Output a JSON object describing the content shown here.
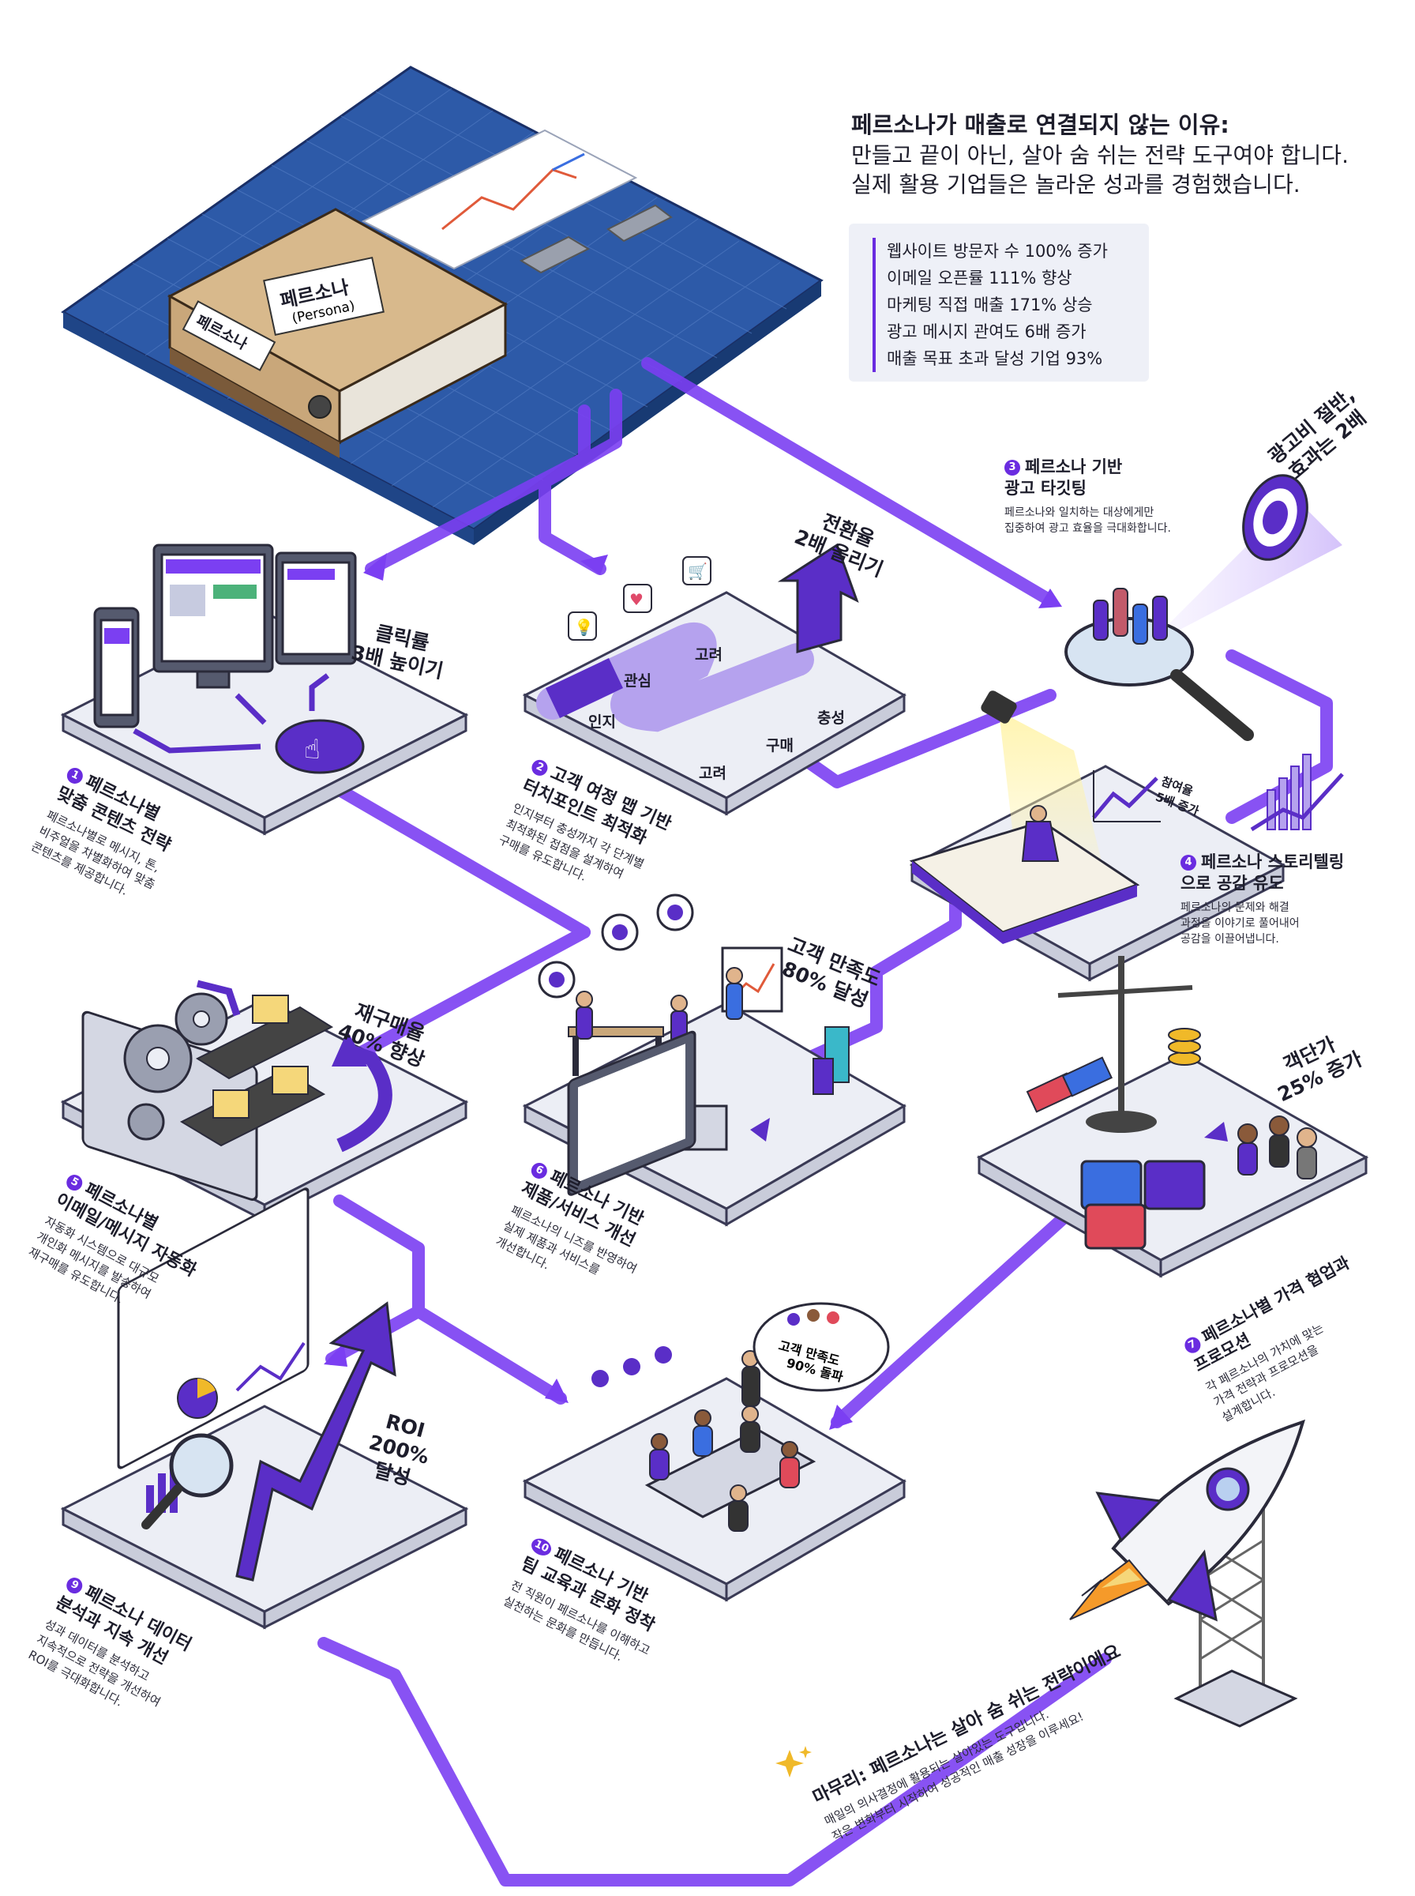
{
  "intro": {
    "title": "페르소나가 매출로 연결되지 않는 이유:",
    "line1": "만들고 끝이 아닌, 살아 숨 쉬는 전략 도구여야 합니다.",
    "line2": "실제 활용 기업들은 놀라운 성과를 경험했습니다."
  },
  "stats": [
    "웹사이트 방문자 수 100% 증가",
    "이메일 오픈률 111% 향상",
    "마케팅 직접 매출 171% 상승",
    "광고 메시지 관여도 6배 증가",
    "매출 목표 초과 달성 기업 93%"
  ],
  "binder": {
    "label_main": "페르소나",
    "label_sub": "(Persona)",
    "spine_label": "페르소나"
  },
  "steps": [
    {
      "num": "1",
      "title_l1": "페르소나별",
      "title_l2": "맞춤 콘텐츠 전략",
      "desc_l1": "페르소나별로 메시지, 톤,",
      "desc_l2": "비주얼을 차별화하여 맞춤",
      "desc_l3": "콘텐츠를 제공합니다.",
      "badge_l1": "클릭률",
      "badge_l2": "3배 높이기"
    },
    {
      "num": "2",
      "title_l1": "고객 여정 맵 기반",
      "title_l2": "터치포인트 최적화",
      "desc_l1": "인지부터 충성까지 각 단계별",
      "desc_l2": "최적화된 접점을 설계하여",
      "desc_l3": "구매를 유도합니다.",
      "badge_l1": "전환율",
      "badge_l2": "2배 올리기"
    },
    {
      "num": "3",
      "title_l1": "페르소나 기반",
      "title_l2": "광고 타깃팅",
      "desc_l1": "페르소나와 일치하는 대상에게만",
      "desc_l2": "집중하여 광고 효율을 극대화합니다.",
      "badge_l1": "광고비 절반,",
      "badge_l2": "효과는 2배"
    },
    {
      "num": "4",
      "title_l1": "페르소나 스토리텔링",
      "title_l2": "으로 공감 유도",
      "desc_l1": "페르소나의 문제와 해결",
      "desc_l2": "과정을 이야기로 풀어내어",
      "desc_l3": "공감을 이끌어냅니다.",
      "badge_l1": "참여율",
      "badge_l2": "5배 증가"
    },
    {
      "num": "5",
      "title_l1": "페르소나별",
      "title_l2": "이메일/메시지 자동화",
      "desc_l1": "자동화 시스템으로 대규모",
      "desc_l2": "개인화 메시지를 발송하여",
      "desc_l3": "재구매를 유도합니다.",
      "badge_l1": "재구매율",
      "badge_l2": "40% 향상"
    },
    {
      "num": "6",
      "title_l1": "페르소나 기반",
      "title_l2": "제품/서비스 개선",
      "desc_l1": "페르소나의 니즈를 반영하여",
      "desc_l2": "실제 제품과 서비스를",
      "desc_l3": "개선합니다.",
      "badge_l1": "고객 만족도",
      "badge_l2": "80% 달성"
    },
    {
      "num": "7",
      "title_l1": "페르소나별 가격 협업과",
      "title_l2": "프로모션",
      "desc_l1": "각 페르소나의 가치에 맞는",
      "desc_l2": "가격 전략과 프로모션을",
      "desc_l3": "설계합니다.",
      "badge_l1": "객단가",
      "badge_l2": "25% 증가"
    },
    {
      "num": "9",
      "title_l1": "페르소나 데이터",
      "title_l2": "분석과 지속 개선",
      "desc_l1": "성과 데이터를 분석하고",
      "desc_l2": "지속적으로 전략을 개선하여",
      "desc_l3": "ROI를 극대화합니다.",
      "badge_l1": "ROI",
      "badge_l2": "200%",
      "badge_l3": "달성"
    },
    {
      "num": "10",
      "title_l1": "팀 교육과 문화 정착",
      "desc_l1": "전 직원이 페르소나를 이해하고",
      "desc_l2": "실천하는 문화를 만듭니다.",
      "title_pre": "페르소나 기반"
    }
  ],
  "journey_labels": [
    "인지",
    "관심",
    "고려",
    "고려",
    "구매",
    "충성"
  ],
  "meeting_bubble": {
    "l1": "고객 만족도",
    "l2": "90% 돌파"
  },
  "closing": {
    "title": "마무리: 페르소나는 살아 숨 쉬는 전략이에요",
    "desc_l1": "매일의 의사결정에 활용되는 살아있는 도구입니다.",
    "desc_l2": "작은 변화부터 시작하여 성공적인 매출 성장을 이루세요!"
  },
  "colors": {
    "accent": "#6a2ce0",
    "path": "#7b3ff2",
    "blueprint": "#2d5aa8",
    "binder": "#c9a77a",
    "platform": "#eceef5"
  }
}
